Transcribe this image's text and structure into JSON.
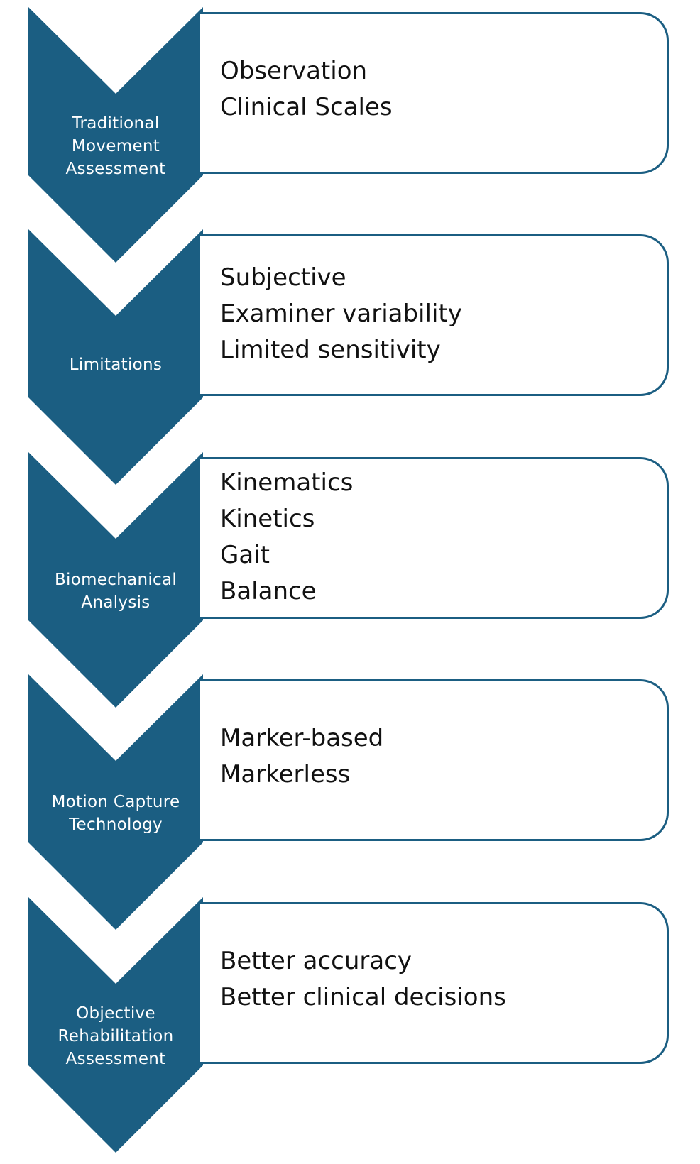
{
  "colors": {
    "chevron_fill": "#1b5e82",
    "box_border": "#1b5e82",
    "chevron_text": "#ffffff",
    "detail_text": "#111111"
  },
  "steps": [
    {
      "label_lines": [
        "Traditional",
        "Movement",
        "Assessment"
      ],
      "items": [
        "Observation",
        "Clinical Scales"
      ]
    },
    {
      "label_lines": [
        "Limitations"
      ],
      "items": [
        "Subjective",
        "Examiner variability",
        "Limited sensitivity"
      ]
    },
    {
      "label_lines": [
        "Biomechanical",
        "Analysis"
      ],
      "items": [
        "Kinematics",
        "Kinetics",
        "Gait",
        "Balance"
      ]
    },
    {
      "label_lines": [
        "Motion Capture",
        "Technology"
      ],
      "items": [
        "Marker-based",
        "Markerless"
      ]
    },
    {
      "label_lines": [
        "Objective",
        "Rehabilitation",
        "Assessment"
      ],
      "items": [
        "Better accuracy",
        "Better clinical decisions"
      ]
    }
  ]
}
